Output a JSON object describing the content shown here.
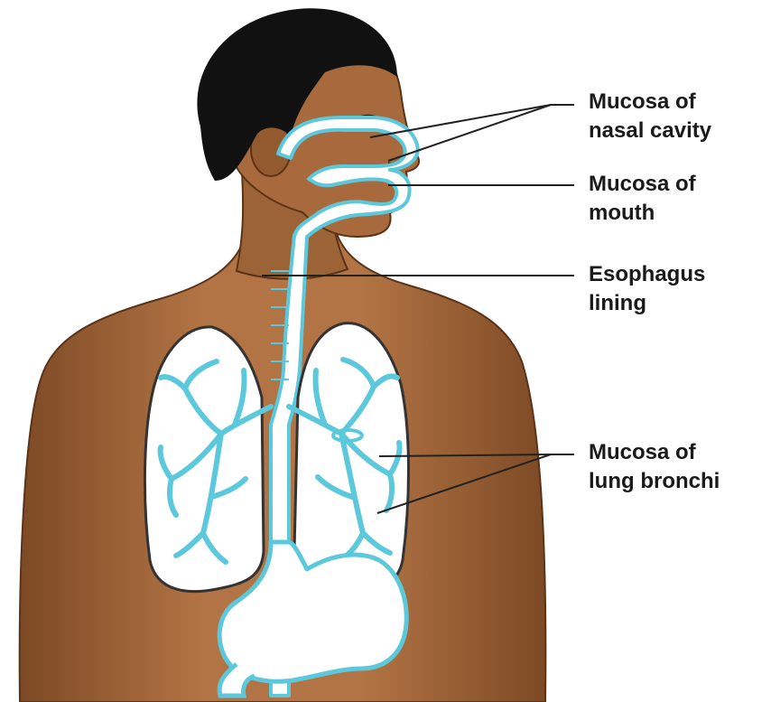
{
  "labels": {
    "nasal": {
      "line1": "Mucosa of",
      "line2": "nasal cavity"
    },
    "mouth": {
      "line1": "Mucosa of",
      "line2": "mouth"
    },
    "esophagus": {
      "line1": "Esophagus",
      "line2": "lining"
    },
    "bronchi": {
      "line1": "Mucosa of",
      "line2": "lung bronchi"
    }
  },
  "colors": {
    "skin": "#a86a3c",
    "skin_shadow": "#7a4722",
    "hair": "#111111",
    "mucosa": "#5cc8dc",
    "lining_fill": "#ffffff",
    "leader": "#222222"
  }
}
